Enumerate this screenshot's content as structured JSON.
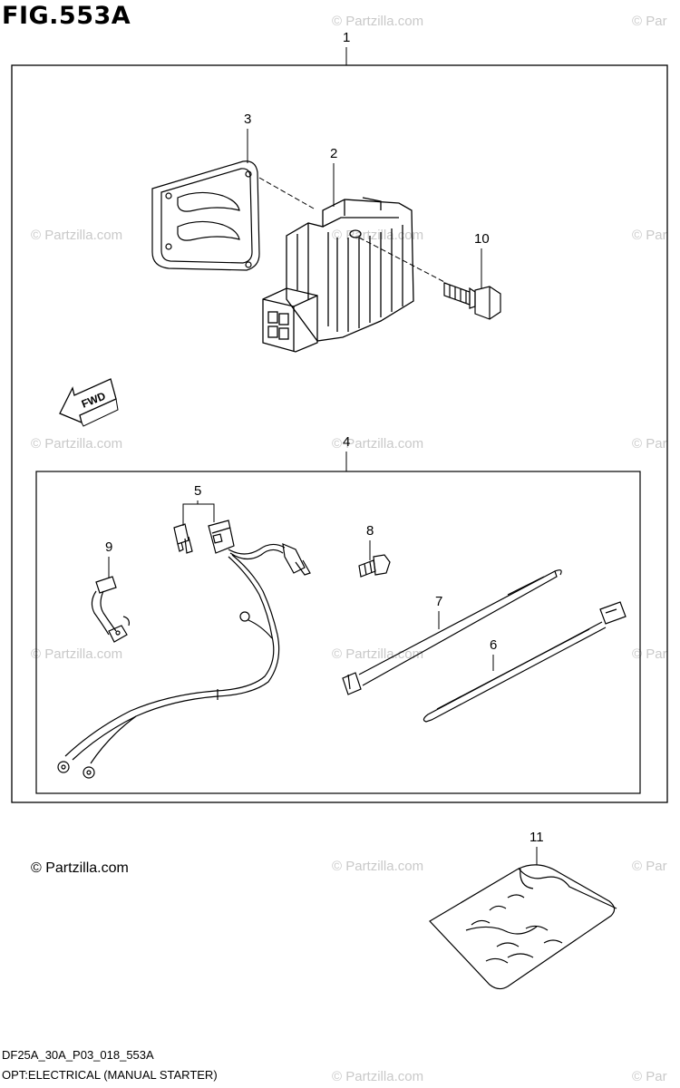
{
  "figure_title": "FIG.553A",
  "callouts": [
    "1",
    "2",
    "3",
    "4",
    "5",
    "6",
    "7",
    "8",
    "9",
    "10",
    "11"
  ],
  "fwd_label": "FWD",
  "watermark": "© Partzilla.com",
  "watermark_partial": "© Par",
  "footer": {
    "code": "DF25A_30A_P03_018_553A",
    "caption": "OPT:ELECTRICAL (MANUAL STARTER)"
  },
  "parts": {
    "regulator": "rectifier-regulator",
    "gasket": "gasket-plate",
    "bolt": "bolt",
    "wire_harness": "wire-harness",
    "fuse": "fuse",
    "clip": "clip",
    "small_screw": "screw",
    "tie_long": "cable-tie-long",
    "tie_short": "cable-tie-short",
    "parts_bag": "parts-bag"
  }
}
